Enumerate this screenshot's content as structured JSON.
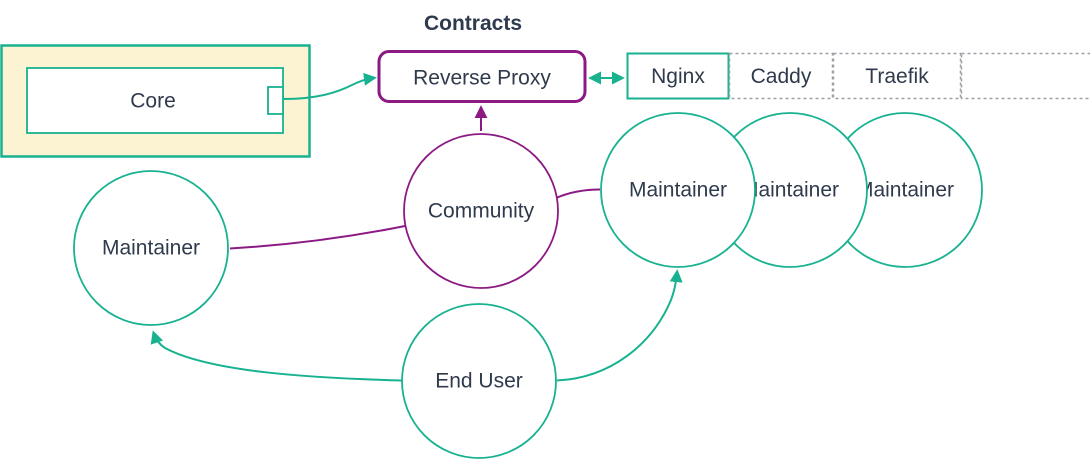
{
  "title": "Contracts",
  "colors": {
    "teal": "#18B290",
    "purple": "#8C1A84",
    "text": "#2F3B4C",
    "core_container_fill": "#FBF3D2",
    "dashed_border_gray": "#9AA0A6",
    "node_fill": "#FFFFFF"
  },
  "nodes": {
    "core": {
      "label": "Core"
    },
    "reverse_proxy": {
      "label": "Reverse Proxy"
    },
    "proxy_options": [
      {
        "label": "Nginx",
        "border": "solid-teal"
      },
      {
        "label": "Caddy",
        "border": "dashed-gray"
      },
      {
        "label": "Traefik",
        "border": "dashed-gray"
      },
      {
        "label": "",
        "border": "dashed-gray"
      }
    ],
    "community": {
      "label": "Community"
    },
    "maintainer_left": {
      "label": "Maintainer"
    },
    "maintainers_right": [
      {
        "label": "Maintainer"
      },
      {
        "label": "Maintainer"
      },
      {
        "label": "Maintainer"
      }
    ],
    "end_user": {
      "label": "End User"
    }
  },
  "edges": [
    {
      "from": "core",
      "to": "reverse_proxy",
      "arrow": "single",
      "color": "teal"
    },
    {
      "from": "reverse_proxy",
      "to": "proxy_options.0",
      "arrow": "double",
      "color": "teal"
    },
    {
      "from": "community",
      "to": "reverse_proxy",
      "arrow": "single",
      "color": "purple"
    },
    {
      "from": "community",
      "to": "maintainers_right.0",
      "arrow": "none",
      "color": "purple"
    },
    {
      "from": "community",
      "to": "maintainer_left",
      "arrow": "none",
      "color": "purple"
    },
    {
      "from": "end_user",
      "to": "maintainer_left",
      "arrow": "single",
      "color": "teal"
    },
    {
      "from": "end_user",
      "to": "maintainers_right.0",
      "arrow": "single",
      "color": "teal"
    }
  ]
}
